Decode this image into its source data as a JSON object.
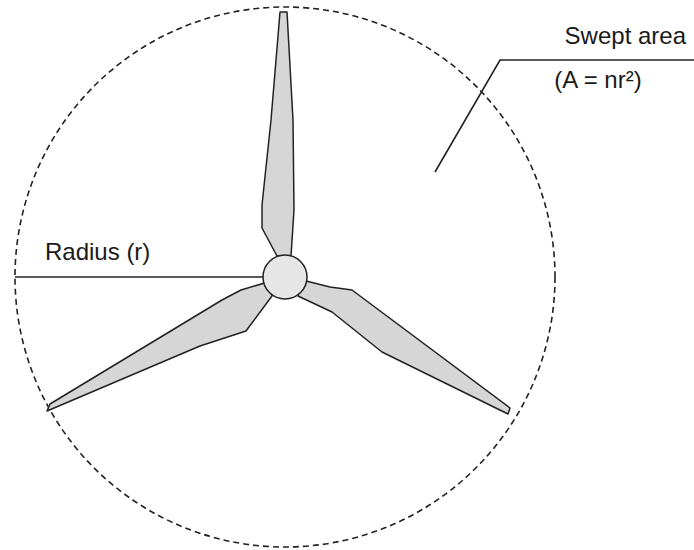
{
  "diagram": {
    "labels": [
      "Radius (r)",
      "Swept area",
      "(A = nr²)"
    ]
  }
}
